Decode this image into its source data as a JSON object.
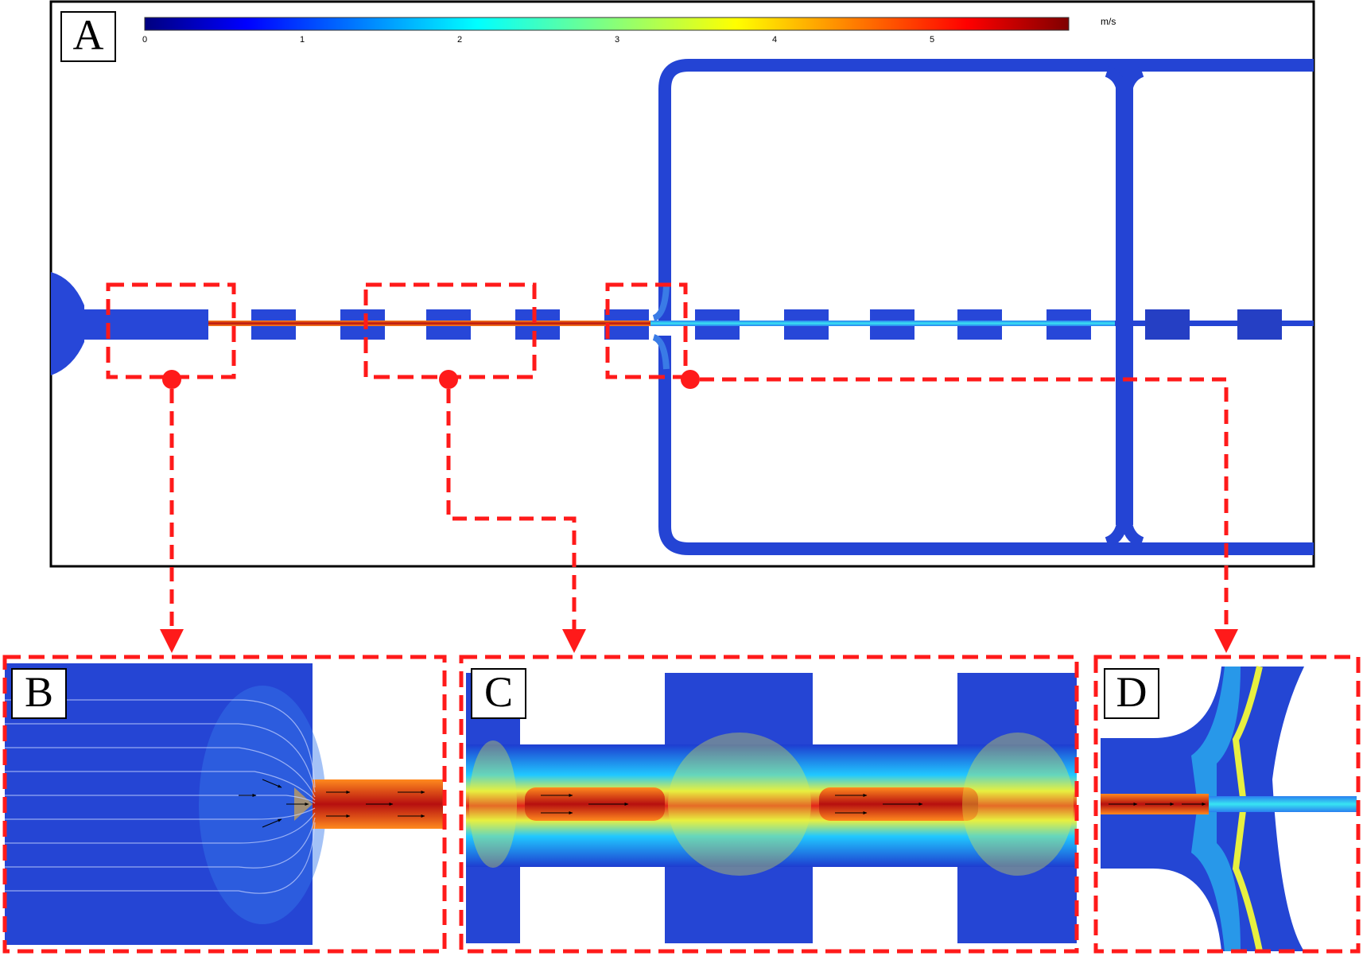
{
  "panels": {
    "a": {
      "label": "A"
    },
    "b": {
      "label": "B"
    },
    "c": {
      "label": "C"
    },
    "d": {
      "label": "D"
    }
  },
  "colorbar": {
    "ticks": [
      "0",
      "1",
      "2",
      "3",
      "4",
      "5"
    ],
    "unit": "m/s",
    "min": 0,
    "max": 5.8,
    "colormap": [
      "#00007f",
      "#0000ff",
      "#0080ff",
      "#00ffff",
      "#80ff80",
      "#ffff00",
      "#ff8000",
      "#ff0000",
      "#7f0000"
    ]
  },
  "colors": {
    "low_velocity": "#1f37c8",
    "channel_fill": "#2743d6",
    "high_velocity": "#d61c0c",
    "zoom_marker": "#ff1a1a",
    "frame": "#000000"
  }
}
